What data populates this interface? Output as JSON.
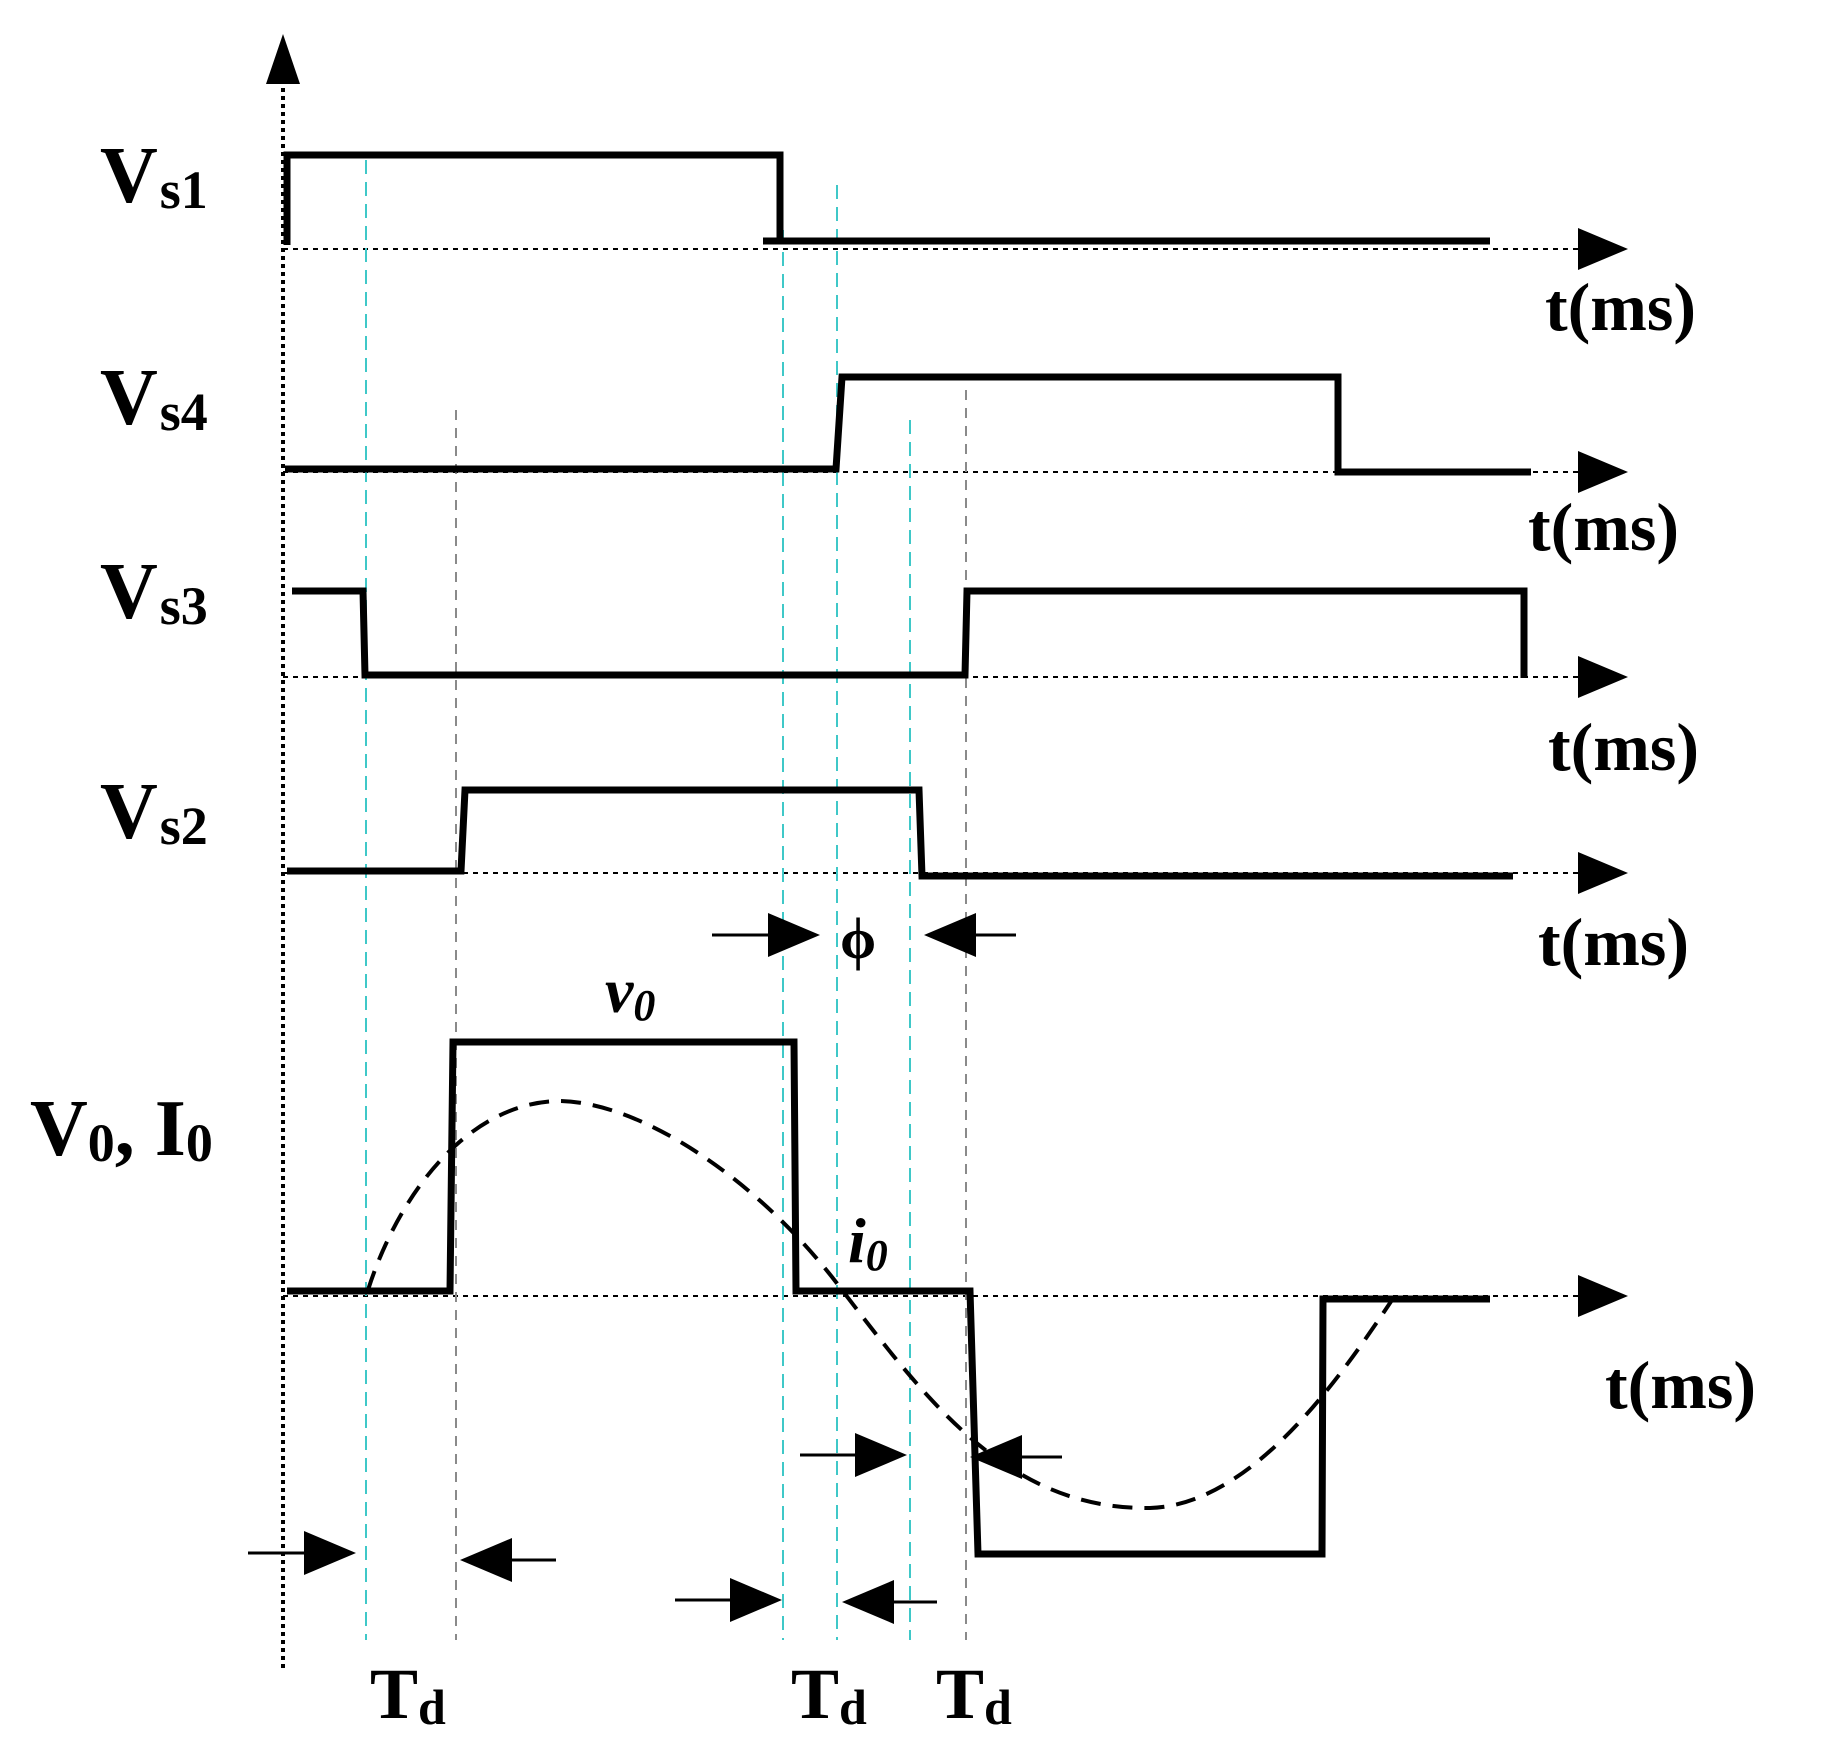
{
  "labels": {
    "vs1_main": "V",
    "vs1_sub": "s1",
    "vs4_main": "V",
    "vs4_sub": "s4",
    "vs3_main": "V",
    "vs3_sub": "s3",
    "vs2_main": "V",
    "vs2_sub": "s2",
    "out_main": "V",
    "out_sub0": "0",
    "out_mid": ", I",
    "out_sub1": "0",
    "axis_unit": "t(ms)",
    "v0_main": "v",
    "v0_sub": "0",
    "i0_main": "i",
    "i0_sub": "0",
    "phi": "ϕ",
    "td_main": "T",
    "td_sub": "d"
  },
  "colors": {
    "ink": "#000000",
    "cyan_guide": "#3fc8c8",
    "gray_guide": "#8a8a8a"
  }
}
